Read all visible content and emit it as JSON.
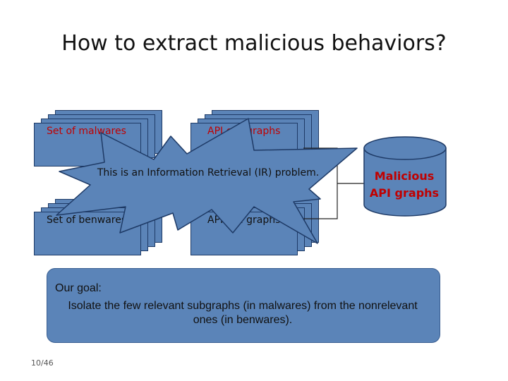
{
  "slide": {
    "title": "How to extract malicious behaviors?",
    "page_number": "10/46"
  },
  "diagram": {
    "malware_set": "Set of malwares",
    "malware_graphs": "API call graphs",
    "benware_set": "Set of benwares",
    "benware_graphs": "API call graphs",
    "burst_text": "This is an Information Retrieval (IR) problem.",
    "cylinder_label": "Malicious API graphs"
  },
  "goal": {
    "heading": "Our goal:",
    "body": "Isolate the few relevant subgraphs (in malwares) from the nonrelevant ones (in benwares)."
  },
  "colors": {
    "box_fill": "#5b84b8",
    "box_border": "#1e3a66",
    "accent_red": "#c00000"
  }
}
